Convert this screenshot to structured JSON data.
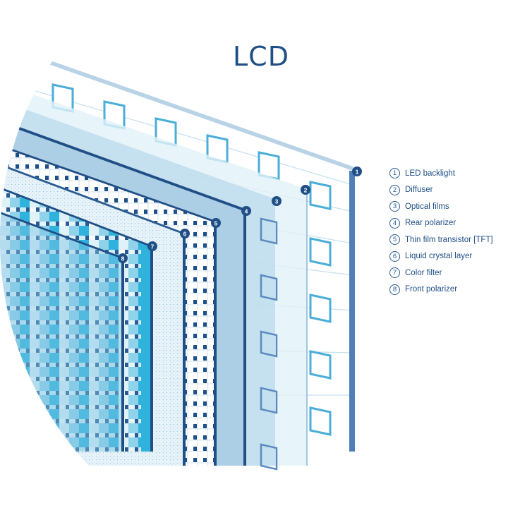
{
  "title": "LCD",
  "colors": {
    "dark_blue": "#1f4f86",
    "mid_blue": "#5a8bbf",
    "light_blue": "#bfe0f0",
    "pale_blue": "#e3f2f8",
    "cyan": "#2fb3dd"
  },
  "layers": [
    {
      "number": "1",
      "label": "LED backlight"
    },
    {
      "number": "2",
      "label": "Diffuser"
    },
    {
      "number": "3",
      "label": "Optical films"
    },
    {
      "number": "4",
      "label": "Rear polarizer"
    },
    {
      "number": "5",
      "label": "Thin film transistor [TFT]"
    },
    {
      "number": "6",
      "label": "Liquid crystal layer"
    },
    {
      "number": "7",
      "label": "Color filter"
    },
    {
      "number": "8",
      "label": "Front polarizer"
    }
  ]
}
